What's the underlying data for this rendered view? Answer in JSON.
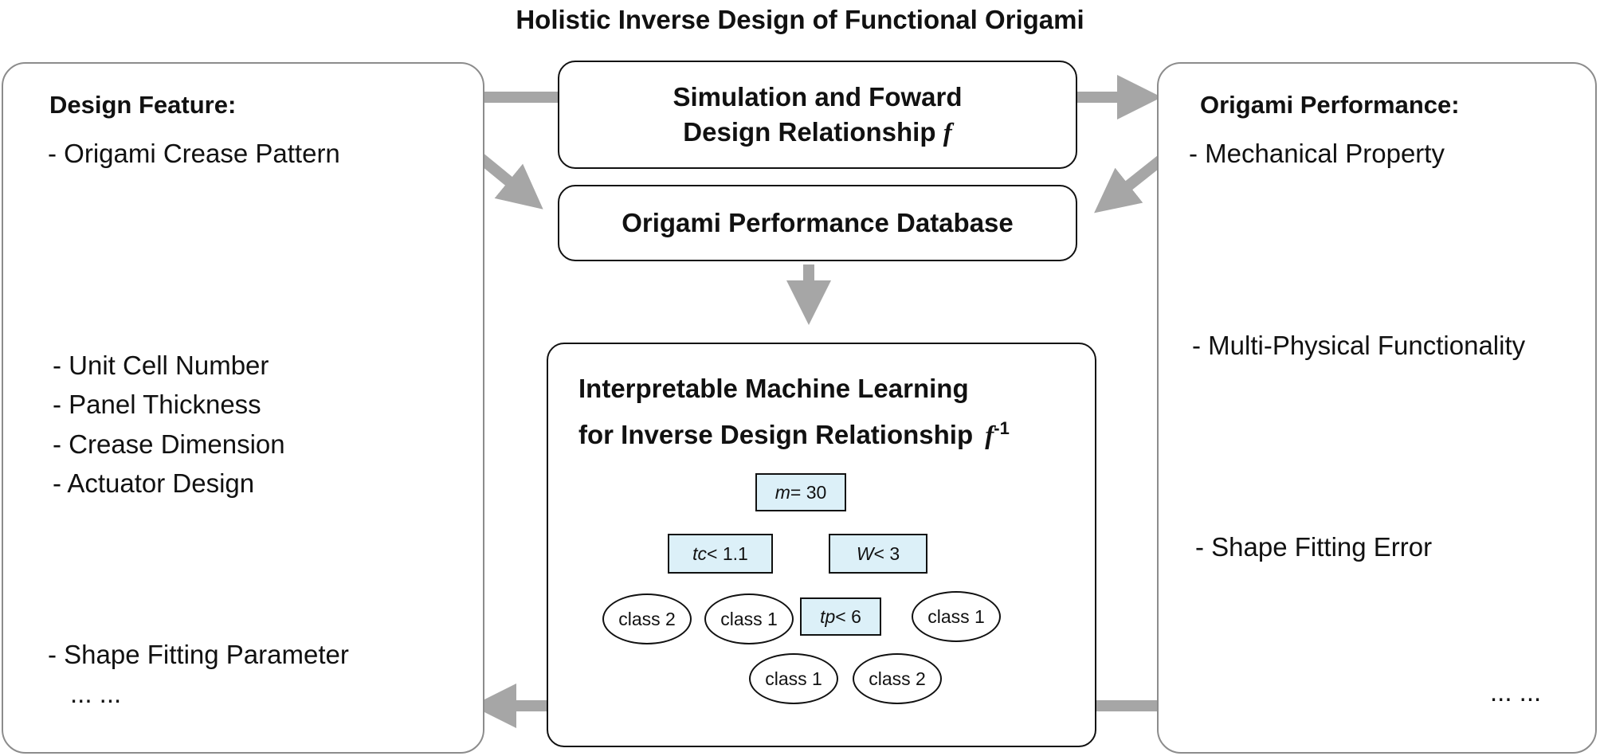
{
  "title": "Holistic Inverse Design of Functional Origami",
  "left_panel": {
    "heading": "Design Feature:",
    "items": [
      "- Origami Crease Pattern",
      "- Unit Cell Number",
      "- Panel Thickness",
      "- Crease Dimension",
      "- Actuator Design",
      "- Shape Fitting Parameter"
    ],
    "ellipsis": "... ..."
  },
  "center": {
    "simulation_line1": "Simulation and Foward",
    "simulation_line2": "Design Relationship",
    "simulation_symbol": "f",
    "database": "Origami Performance Database",
    "ml_line1": "Interpretable Machine Learning",
    "ml_line2": "for Inverse Design Relationship",
    "ml_symbol": "f",
    "ml_exponent": "-1"
  },
  "tree": {
    "root": {
      "var": "m",
      "rest": " = 30"
    },
    "left": {
      "var": "tc",
      "rest": " < 1.1"
    },
    "right": {
      "var": "W",
      "rest": " < 3"
    },
    "right_left": {
      "var": "tp",
      "rest": " < 6"
    },
    "leaf_ll": "class 2",
    "leaf_lr": "class 1",
    "leaf_rr": "class 1",
    "leaf_rll": "class 1",
    "leaf_rlr": "class 2"
  },
  "right_panel": {
    "heading": "Origami Performance:",
    "items": [
      "- Mechanical Property",
      "- Multi-Physical Functionality",
      "- Shape Fitting Error"
    ],
    "ellipsis": "... ..."
  },
  "colors": {
    "arrow": "#a6a6a6",
    "node_fill": "#dcf0f8",
    "mountain": "#c0272d",
    "valley": "#2f5fa8",
    "panel_yellow": "#f5e83a"
  }
}
